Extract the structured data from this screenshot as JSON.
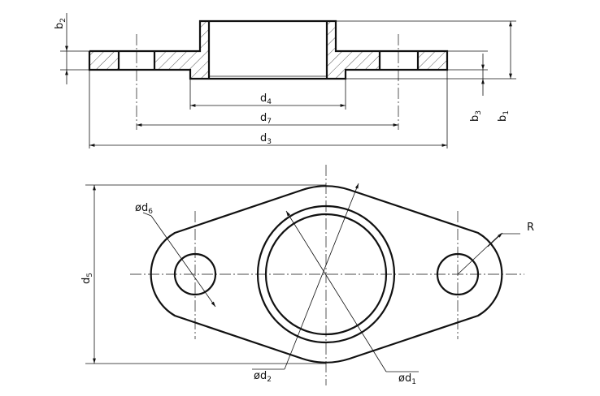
{
  "labels": {
    "b2": {
      "main": "b",
      "sub": "2"
    },
    "b3": {
      "main": "b",
      "sub": "3"
    },
    "b1": {
      "main": "b",
      "sub": "1"
    },
    "d4": {
      "main": "d",
      "sub": "4"
    },
    "d7": {
      "main": "d",
      "sub": "7"
    },
    "d3": {
      "main": "d",
      "sub": "3"
    },
    "d5": {
      "main": "d",
      "sub": "5"
    },
    "d6": {
      "main": "ød",
      "sub": "6"
    },
    "d2": {
      "main": "ød",
      "sub": "2"
    },
    "d1": {
      "main": "ød",
      "sub": "1"
    },
    "R": {
      "main": "R"
    }
  }
}
